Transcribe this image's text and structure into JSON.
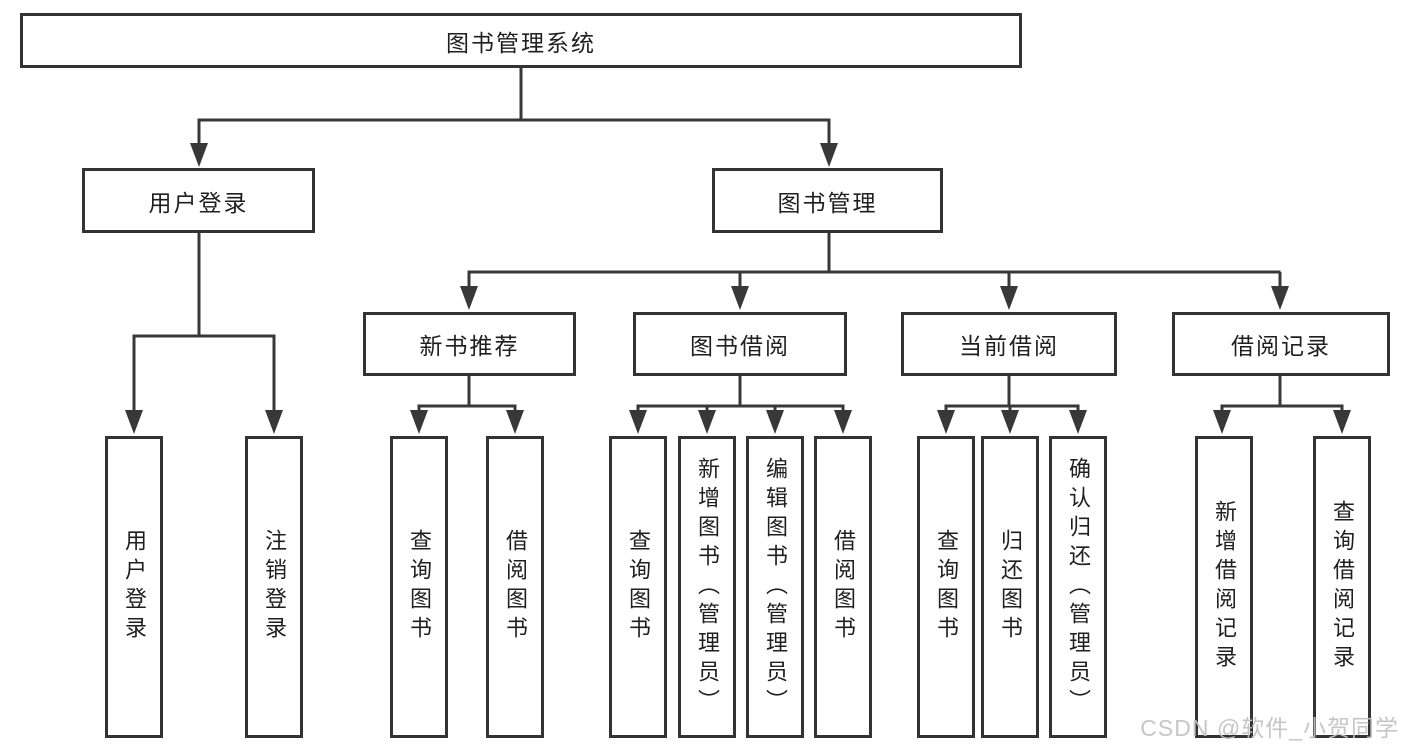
{
  "watermark": "CSDN @软件_小贺同学",
  "colors": {
    "line": "#383838",
    "box_border": "#333333",
    "text": "#1f1f1f",
    "watermark": "#c2c2c2",
    "background": "#ffffff"
  },
  "tree": {
    "root": {
      "label": "图书管理系统"
    },
    "user_login": {
      "label": "用户登录",
      "children": [
        {
          "label": "用户登录"
        },
        {
          "label": "注销登录"
        }
      ]
    },
    "book_mgmt": {
      "label": "图书管理",
      "sections": [
        {
          "label": "新书推荐",
          "children": [
            {
              "label": "查询图书"
            },
            {
              "label": "借阅图书"
            }
          ]
        },
        {
          "label": "图书借阅",
          "children": [
            {
              "label": "查询图书"
            },
            {
              "label": "新增图书（管理员）"
            },
            {
              "label": "编辑图书（管理员）"
            },
            {
              "label": "借阅图书"
            }
          ]
        },
        {
          "label": "当前借阅",
          "children": [
            {
              "label": "查询图书"
            },
            {
              "label": "归还图书"
            },
            {
              "label": "确认归还（管理员）"
            }
          ]
        },
        {
          "label": "借阅记录",
          "children": [
            {
              "label": "新增借阅记录"
            },
            {
              "label": "查询借阅记录"
            }
          ]
        }
      ]
    }
  }
}
